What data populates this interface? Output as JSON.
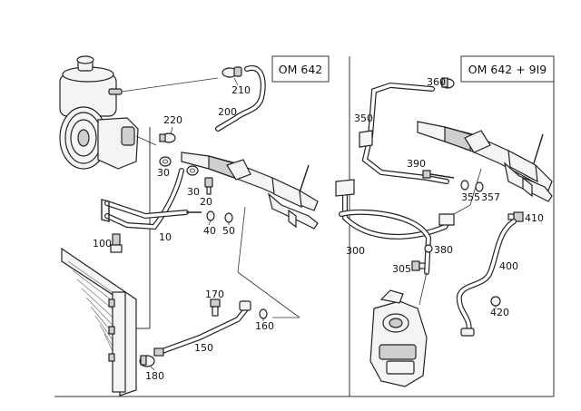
{
  "panels": {
    "left_title": "OM 642",
    "right_title": "OM 642 + 9I9"
  },
  "callouts": {
    "c210": "210",
    "c220": "220",
    "c200": "200",
    "c30a": "30",
    "c30b": "30",
    "c20": "20",
    "c40": "40",
    "c50": "50",
    "c10": "10",
    "c100": "100",
    "c170": "170",
    "c160": "160",
    "c150": "150",
    "c180": "180",
    "c360": "360",
    "c350": "350",
    "c390": "390",
    "c355": "355",
    "c357": "357",
    "c410": "410",
    "c300": "300",
    "c380": "380",
    "c305": "305",
    "c400": "400",
    "c420": "420"
  }
}
